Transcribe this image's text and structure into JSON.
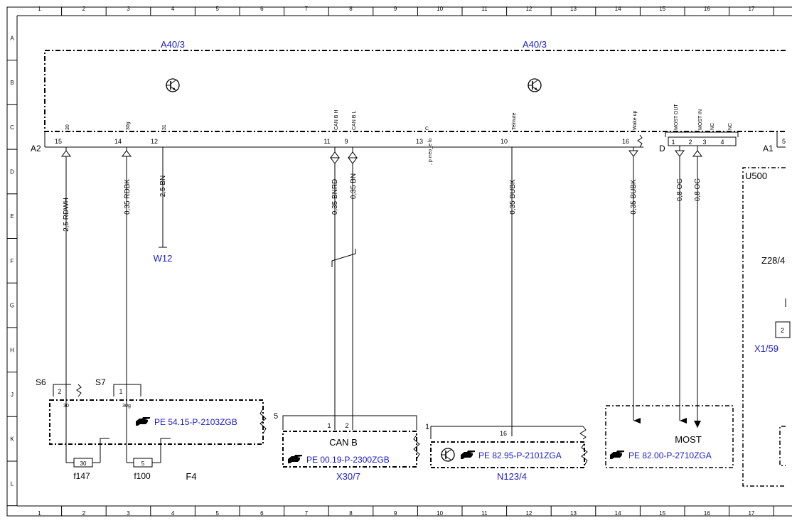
{
  "grid": {
    "columns": [
      "1",
      "2",
      "3",
      "4",
      "5",
      "6",
      "7",
      "8",
      "9",
      "10",
      "11",
      "12",
      "13",
      "14",
      "15",
      "16",
      "17"
    ],
    "rows": [
      "A",
      "B",
      "C",
      "D",
      "E",
      "F",
      "G",
      "H",
      "J",
      "K",
      "L"
    ]
  },
  "modules": {
    "a40_left": "A40/3",
    "a40_right": "A40/3",
    "a2": "A2",
    "a1": "A1",
    "a1_pin": "5",
    "d_label": "D",
    "u500": "U500",
    "z28": "Z28/4",
    "x1_59": "X1/59",
    "x1_pin": "2"
  },
  "connector_pins": [
    {
      "name": "30",
      "number": "15"
    },
    {
      "name": "30g",
      "number": "14"
    },
    {
      "name": "31",
      "number": "12"
    },
    {
      "name": "CAN B H",
      "number": "11"
    },
    {
      "name": "CAN B L",
      "number": "9"
    },
    {
      "name": "C",
      "number": "13"
    },
    {
      "name": "Telmute",
      "number": "10"
    },
    {
      "name": "Wake up",
      "number": "16"
    }
  ],
  "most_pins": [
    {
      "name": "MOST OUT",
      "number": "1"
    },
    {
      "name": "MOST IN",
      "number": "2"
    },
    {
      "name": "NC",
      "number": "3"
    },
    {
      "name": "NC",
      "number": "4"
    }
  ],
  "garbled_label": ", p rreo_e lo",
  "wires": [
    "2,5 RDWH",
    "0,35 RDBK",
    "2,5 BN",
    "0,35 BNRD",
    "0,35 BN",
    "0,35 BUBK",
    "0,35 BUBK",
    "0,8 OG",
    "0,8 OG"
  ],
  "ground_label": "W12",
  "fuse_box": {
    "s6": "S6",
    "s7": "S7",
    "s6_pin": "2",
    "s7_pin": "1",
    "pin30": "30",
    "pin30g": "30g",
    "ref": "PE 54.15-P-2103ZGB",
    "fuse1_value": "30",
    "fuse2_value": "5",
    "fuse1_label": "f147",
    "fuse2_label": "f100",
    "label": "F4"
  },
  "can_box": {
    "num": "5",
    "pin1": "1",
    "pin2": "2",
    "title": "CAN B",
    "ref": "PE 00.19-P-2300ZGB",
    "label": "X30/7"
  },
  "n123_box": {
    "num": "1",
    "pin": "16",
    "ref": "PE 82.95-P-2101ZGA",
    "label": "N123/4"
  },
  "most_box": {
    "title": "MOST",
    "ref": "PE 82.00-P-2710ZGA"
  },
  "colors": {
    "blue": "#1a1acc",
    "line": "#000000"
  }
}
